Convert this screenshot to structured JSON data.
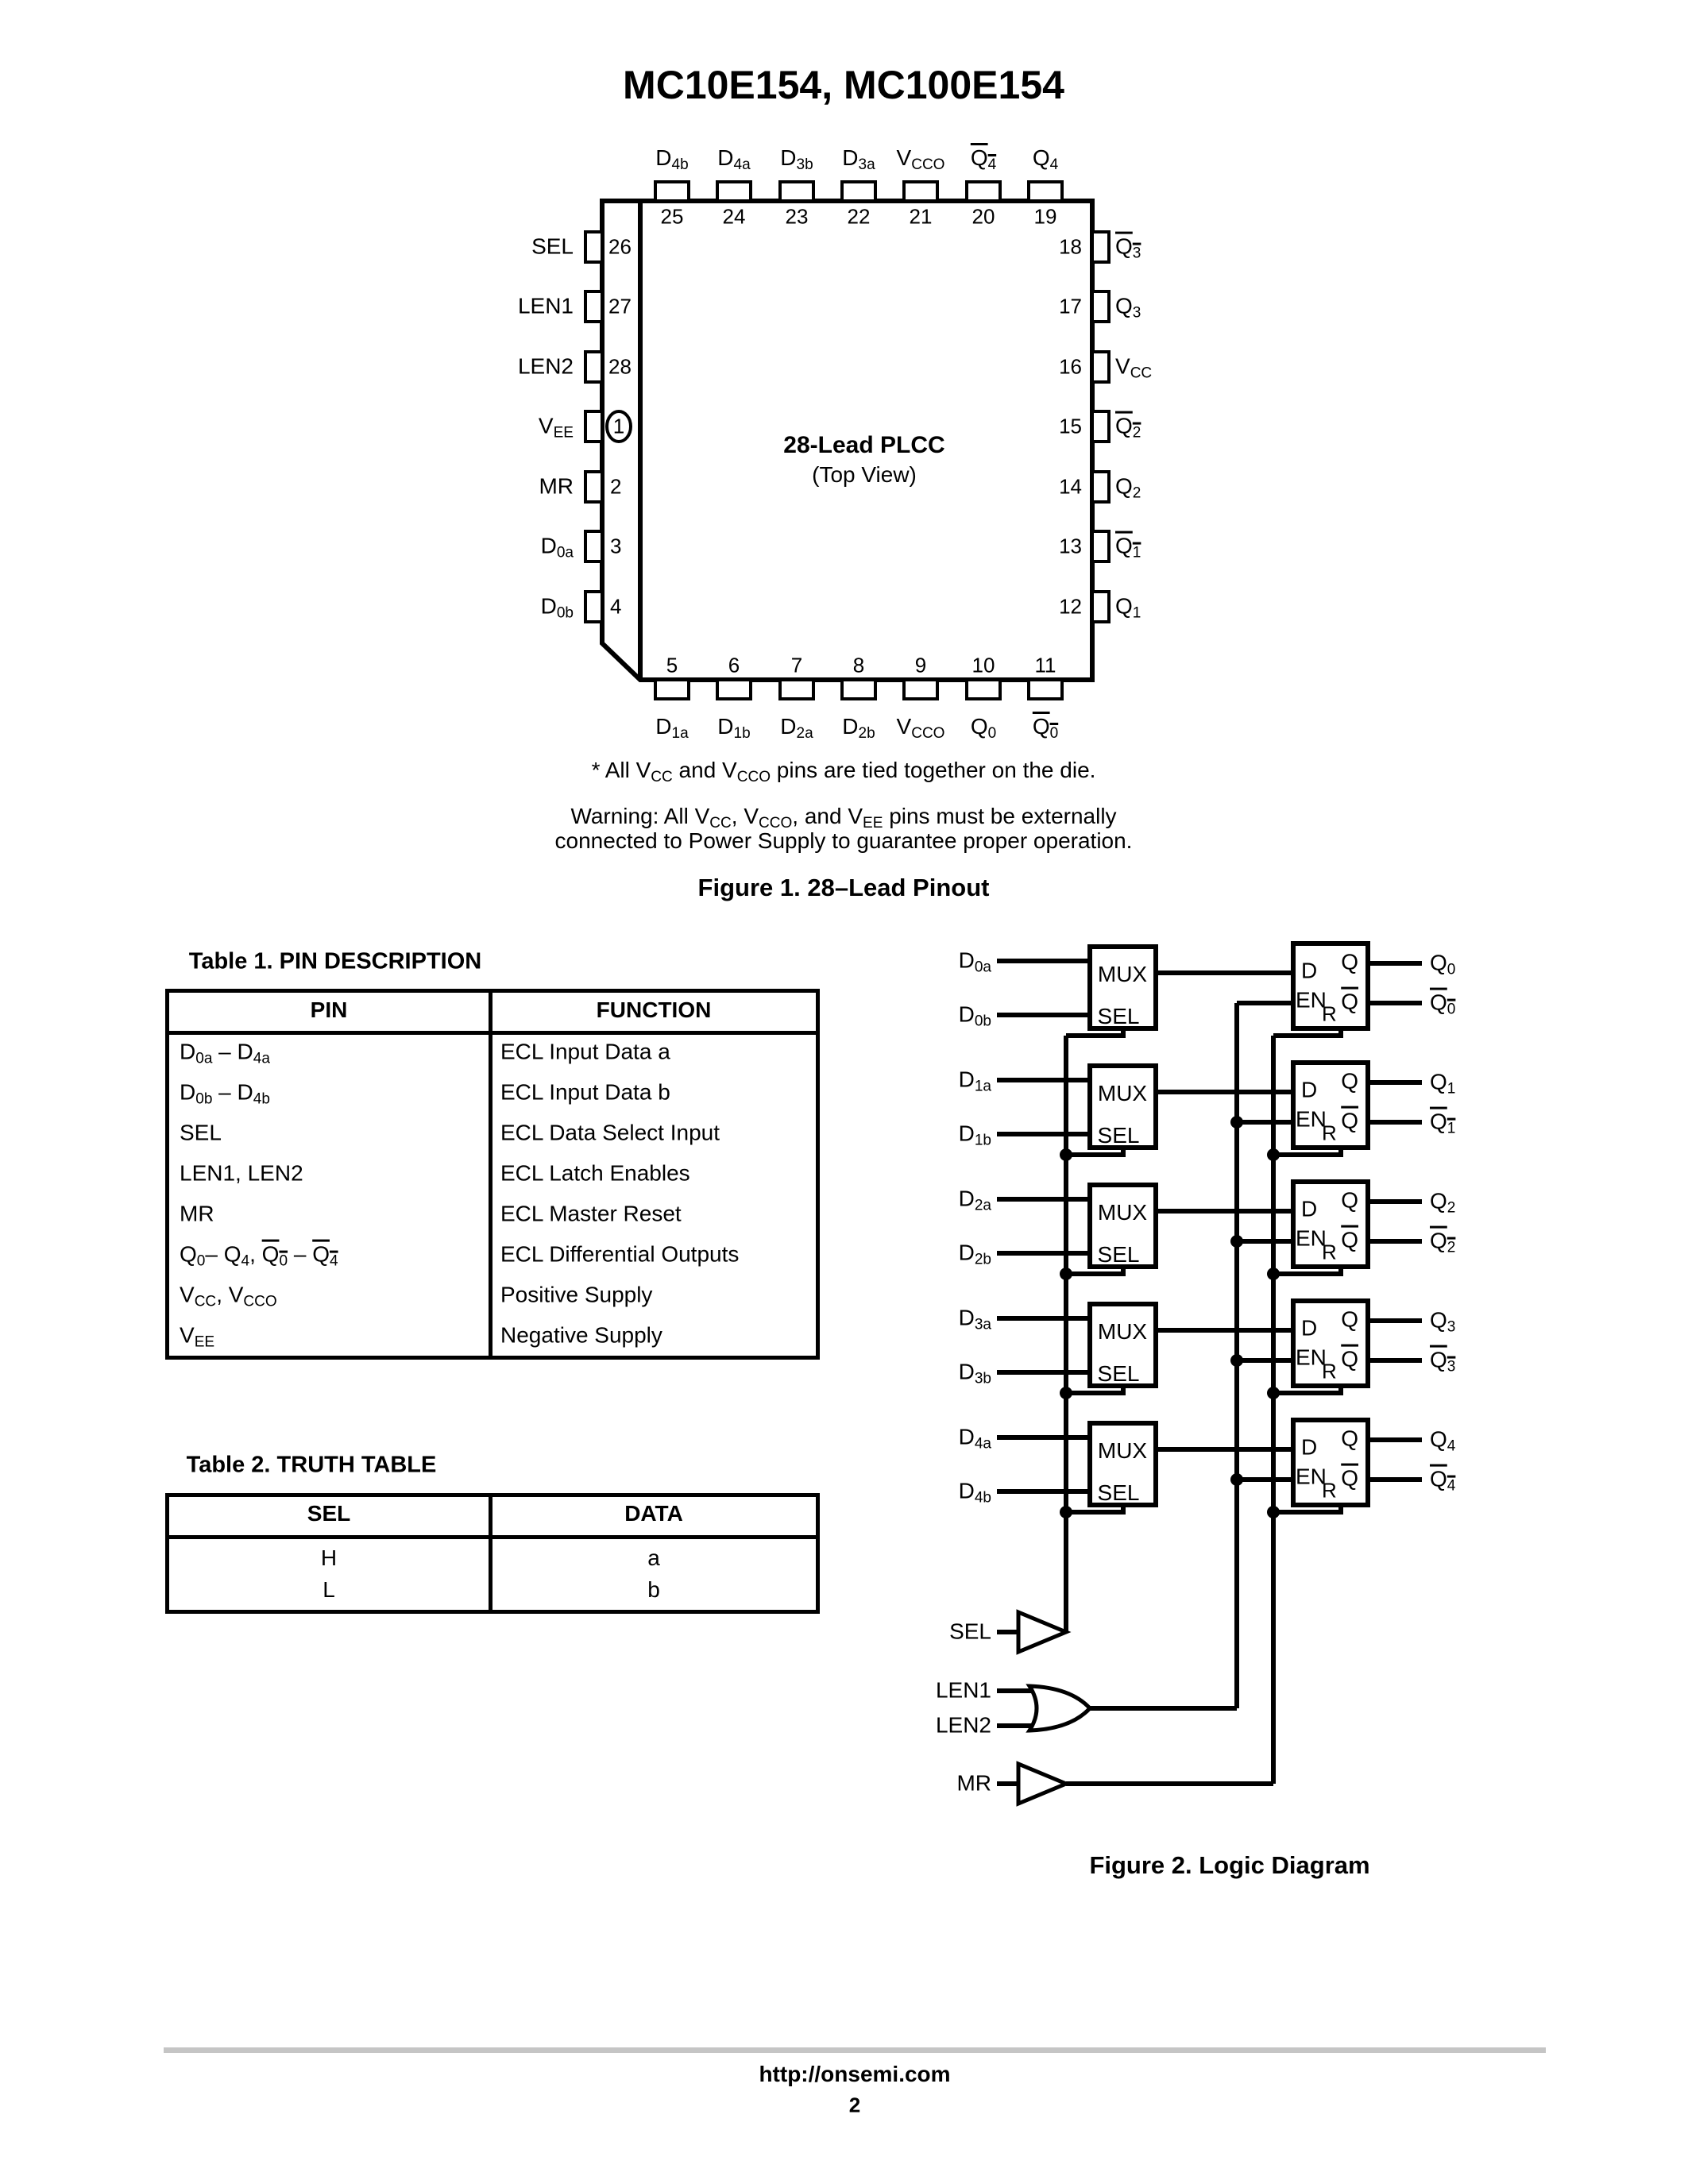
{
  "page": {
    "title": "MC10E154, MC100E154",
    "footer": {
      "url": "http://onsemi.com",
      "page_number": "2"
    }
  },
  "pinout": {
    "package_title": "28-Lead PLCC",
    "package_subtitle": "(Top View)",
    "note": "* All V_{CC} and V_{CCO} pins are tied together on the die.",
    "warning_line1": "Warning: All V_{CC}, V_{CCO}, and V_{EE} pins must be externally",
    "warning_line2": "connected to Power Supply to guarantee proper operation.",
    "caption": "Figure 1. 28–Lead Pinout",
    "top_pins": [
      {
        "num": "25",
        "label": "D_{4b}"
      },
      {
        "num": "24",
        "label": "D_{4a}"
      },
      {
        "num": "23",
        "label": "D_{3b}"
      },
      {
        "num": "22",
        "label": "D_{3a}"
      },
      {
        "num": "21",
        "label": "V_{CCO}"
      },
      {
        "num": "20",
        "label": "OL(Q_{4})"
      },
      {
        "num": "19",
        "label": "Q_{4}"
      }
    ],
    "bottom_pins": [
      {
        "num": "5",
        "label": "D_{1a}"
      },
      {
        "num": "6",
        "label": "D_{1b}"
      },
      {
        "num": "7",
        "label": "D_{2a}"
      },
      {
        "num": "8",
        "label": "D_{2b}"
      },
      {
        "num": "9",
        "label": "V_{CCO}"
      },
      {
        "num": "10",
        "label": "Q_{0}"
      },
      {
        "num": "11",
        "label": "OL(Q_{0})"
      }
    ],
    "left_pins": [
      {
        "num": "26",
        "label": "SEL"
      },
      {
        "num": "27",
        "label": "LEN1"
      },
      {
        "num": "28",
        "label": "LEN2"
      },
      {
        "num": "1",
        "label": "V_{EE}"
      },
      {
        "num": "2",
        "label": "MR"
      },
      {
        "num": "3",
        "label": "D_{0a}"
      },
      {
        "num": "4",
        "label": "D_{0b}"
      }
    ],
    "right_pins": [
      {
        "num": "18",
        "label": "OL(Q_{3})"
      },
      {
        "num": "17",
        "label": "Q_{3}"
      },
      {
        "num": "16",
        "label": "V_{CC}"
      },
      {
        "num": "15",
        "label": "OL(Q_{2})"
      },
      {
        "num": "14",
        "label": "Q_{2}"
      },
      {
        "num": "13",
        "label": "OL(Q_{1})"
      },
      {
        "num": "12",
        "label": "Q_{1}"
      }
    ]
  },
  "table1": {
    "title": "Table 1. PIN DESCRIPTION",
    "headers": [
      "PIN",
      "FUNCTION"
    ],
    "rows": [
      [
        "D_{0a} – D_{4a}",
        "ECL Input Data a"
      ],
      [
        "D_{0b} – D_{4b}",
        "ECL Input Data b"
      ],
      [
        "SEL",
        "ECL Data Select Input"
      ],
      [
        "LEN1, LEN2",
        "ECL Latch Enables"
      ],
      [
        "MR",
        "ECL Master Reset"
      ],
      [
        "Q_{0}– Q_{4}, OL(Q_{0}) – OL(Q_{4})",
        "ECL Differential Outputs"
      ],
      [
        "V_{CC}, V_{CCO}",
        "Positive Supply"
      ],
      [
        "V_{EE}",
        "Negative Supply"
      ]
    ]
  },
  "table2": {
    "title": "Table 2. TRUTH TABLE",
    "headers": [
      "SEL",
      "DATA"
    ],
    "rows": [
      [
        "H",
        "a"
      ],
      [
        "L",
        "b"
      ]
    ]
  },
  "logic": {
    "caption": "Figure 2. Logic Diagram",
    "mux_label": "MUX",
    "sel_label": "SEL",
    "latch": {
      "d": "D",
      "en": "EN",
      "r": "R",
      "q": "Q",
      "qb": "OL(Q)"
    },
    "units": [
      {
        "a": "D_{0a}",
        "b": "D_{0b}",
        "q": "Q_{0}",
        "qb": "OL(Q_{0})"
      },
      {
        "a": "D_{1a}",
        "b": "D_{1b}",
        "q": "Q_{1}",
        "qb": "OL(Q_{1})"
      },
      {
        "a": "D_{2a}",
        "b": "D_{2b}",
        "q": "Q_{2}",
        "qb": "OL(Q_{2})"
      },
      {
        "a": "D_{3a}",
        "b": "D_{3b}",
        "q": "Q_{3}",
        "qb": "OL(Q_{3})"
      },
      {
        "a": "D_{4a}",
        "b": "D_{4b}",
        "q": "Q_{4}",
        "qb": "OL(Q_{4})"
      }
    ],
    "drivers": {
      "sel": "SEL",
      "len1": "LEN1",
      "len2": "LEN2",
      "mr": "MR"
    }
  }
}
